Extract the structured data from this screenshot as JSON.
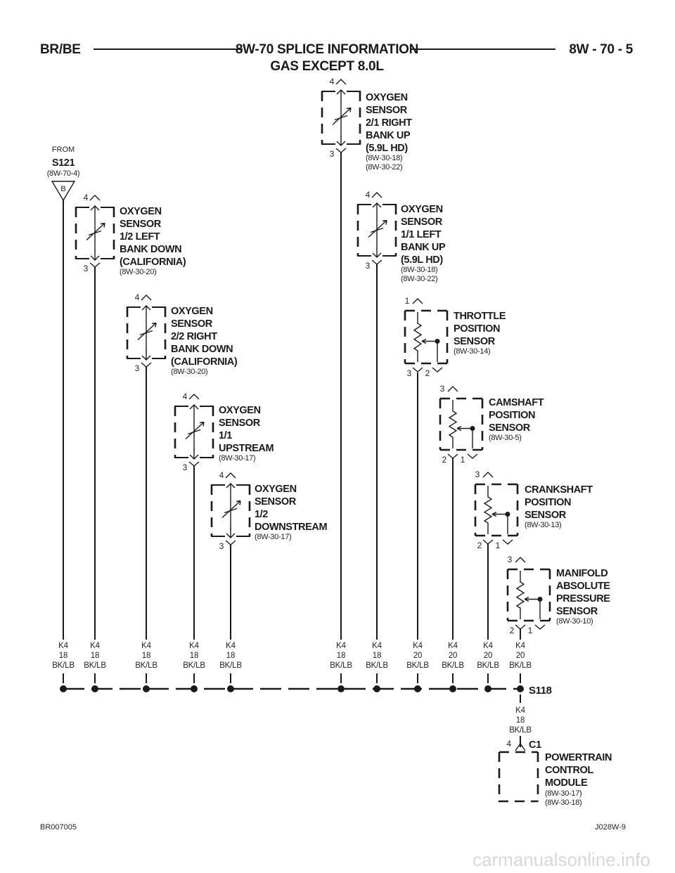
{
  "header": {
    "left": "BR/BE",
    "center_line1": "8W-70 SPLICE INFORMATION",
    "center_line2": "GAS EXCEPT 8.0L",
    "right": "8W - 70 - 5"
  },
  "source": {
    "from_label": "FROM",
    "splice": "S121",
    "ref": "(8W-70-4)",
    "connector": "B"
  },
  "sensors": [
    {
      "id": "o2-12-left-down",
      "lines": [
        "OXYGEN",
        "SENSOR",
        "1/2 LEFT",
        "BANK DOWN",
        "(CALIFORNIA)"
      ],
      "refs": [
        "(8W-30-20)"
      ],
      "pin_top": "4",
      "pin_bot": "3"
    },
    {
      "id": "o2-22-right-down",
      "lines": [
        "OXYGEN",
        "SENSOR",
        "2/2 RIGHT",
        "BANK DOWN",
        "(CALIFORNIA)"
      ],
      "refs": [
        "(8W-30-20)"
      ],
      "pin_top": "4",
      "pin_bot": "3"
    },
    {
      "id": "o2-11-upstream",
      "lines": [
        "OXYGEN",
        "SENSOR",
        "1/1",
        "UPSTREAM"
      ],
      "refs": [
        "(8W-30-17)"
      ],
      "pin_top": "4",
      "pin_bot": "3"
    },
    {
      "id": "o2-12-downstream",
      "lines": [
        "OXYGEN",
        "SENSOR",
        "1/2",
        "DOWNSTREAM"
      ],
      "refs": [
        "(8W-30-17)"
      ],
      "pin_top": "4",
      "pin_bot": "3"
    },
    {
      "id": "o2-21-right-up",
      "lines": [
        "OXYGEN",
        "SENSOR",
        "2/1 RIGHT",
        "BANK UP",
        "(5.9L HD)"
      ],
      "refs": [
        "(8W-30-18)",
        "(8W-30-22)"
      ],
      "pin_top": "4",
      "pin_bot": "3"
    },
    {
      "id": "o2-11-left-up",
      "lines": [
        "OXYGEN",
        "SENSOR",
        "1/1 LEFT",
        "BANK UP",
        "(5.9L HD)"
      ],
      "refs": [
        "(8W-30-18)",
        "(8W-30-22)"
      ],
      "pin_top": "4",
      "pin_bot": "3"
    },
    {
      "id": "throttle",
      "lines": [
        "THROTTLE",
        "POSITION",
        "SENSOR"
      ],
      "refs": [
        "(8W-30-14)"
      ],
      "pin_top": "1",
      "pin_bot": "3",
      "pin_bot2": "2"
    },
    {
      "id": "camshaft",
      "lines": [
        "CAMSHAFT",
        "POSITION",
        "SENSOR"
      ],
      "refs": [
        "(8W-30-5)"
      ],
      "pin_top": "3",
      "pin_bot": "2",
      "pin_bot2": "1"
    },
    {
      "id": "crankshaft",
      "lines": [
        "CRANKSHAFT",
        "POSITION",
        "SENSOR"
      ],
      "refs": [
        "(8W-30-13)"
      ],
      "pin_top": "3",
      "pin_bot": "2",
      "pin_bot2": "1"
    },
    {
      "id": "map",
      "lines": [
        "MANIFOLD",
        "ABSOLUTE",
        "PRESSURE",
        "SENSOR"
      ],
      "refs": [
        "(8W-30-10)"
      ],
      "pin_top": "3",
      "pin_bot": "2",
      "pin_bot2": "1"
    }
  ],
  "wires": [
    {
      "circuit": "K4",
      "gauge": "18",
      "color": "BK/LB"
    },
    {
      "circuit": "K4",
      "gauge": "18",
      "color": "BK/LB"
    },
    {
      "circuit": "K4",
      "gauge": "18",
      "color": "BK/LB"
    },
    {
      "circuit": "K4",
      "gauge": "18",
      "color": "BK/LB"
    },
    {
      "circuit": "K4",
      "gauge": "18",
      "color": "BK/LB"
    },
    {
      "circuit": "K4",
      "gauge": "18",
      "color": "BK/LB"
    },
    {
      "circuit": "K4",
      "gauge": "18",
      "color": "BK/LB"
    },
    {
      "circuit": "K4",
      "gauge": "20",
      "color": "BK/LB"
    },
    {
      "circuit": "K4",
      "gauge": "20",
      "color": "BK/LB"
    },
    {
      "circuit": "K4",
      "gauge": "20",
      "color": "BK/LB"
    },
    {
      "circuit": "K4",
      "gauge": "20",
      "color": "BK/LB"
    }
  ],
  "splice": "S118",
  "output_wire": {
    "circuit": "K4",
    "gauge": "18",
    "color": "BK/LB"
  },
  "pcm": {
    "pin": "4",
    "connector": "C1",
    "lines": [
      "POWERTRAIN",
      "CONTROL",
      "MODULE"
    ],
    "refs": [
      "(8W-30-17)",
      "(8W-30-18)"
    ]
  },
  "footer": {
    "left": "BR007005",
    "right": "J028W-9"
  },
  "watermark": "carmanualsonline.info"
}
